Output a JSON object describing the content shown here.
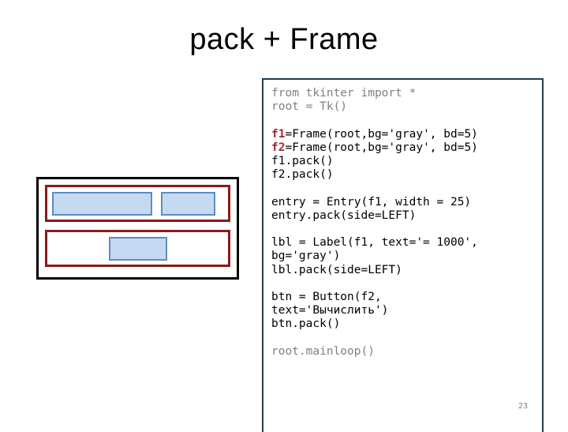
{
  "slide": {
    "title": "pack + Frame",
    "number": "23"
  },
  "code": {
    "lines": [
      {
        "text": "from tkinter import *",
        "style": "dim"
      },
      {
        "text": "root = Tk()",
        "style": "dim"
      },
      {
        "text": "",
        "style": "blank"
      },
      {
        "text": "f1=Frame(root,bg='gray', bd=5)",
        "style": "normal",
        "accent": "f1"
      },
      {
        "text": "f2=Frame(root,bg='gray', bd=5)",
        "style": "normal",
        "accent": "f2"
      },
      {
        "text": "f1.pack()",
        "style": "normal"
      },
      {
        "text": "f2.pack()",
        "style": "normal"
      },
      {
        "text": "",
        "style": "blank"
      },
      {
        "text": "entry = Entry(f1, width = 25)",
        "style": "normal"
      },
      {
        "text": "entry.pack(side=LEFT)",
        "style": "normal"
      },
      {
        "text": "",
        "style": "blank"
      },
      {
        "text": "lbl = Label(f1, text='= 1000',",
        "style": "normal"
      },
      {
        "text": "bg='gray')",
        "style": "normal"
      },
      {
        "text": "lbl.pack(side=LEFT)",
        "style": "normal"
      },
      {
        "text": "",
        "style": "blank"
      },
      {
        "text": "btn = Button(f2,",
        "style": "normal"
      },
      {
        "text": "text='Вычислить')",
        "style": "normal"
      },
      {
        "text": "btn.pack()",
        "style": "normal"
      },
      {
        "text": "",
        "style": "blank"
      },
      {
        "text": "root.mainloop()",
        "style": "dim"
      }
    ]
  },
  "diagram": {
    "window_label": "root",
    "frames": [
      {
        "name": "f1",
        "widgets": [
          {
            "name": "entry",
            "label": ""
          },
          {
            "name": "label",
            "label": ""
          }
        ]
      },
      {
        "name": "f2",
        "widgets": [
          {
            "name": "button",
            "label": ""
          }
        ]
      }
    ]
  },
  "colors": {
    "frame_border": "#8B1A1A",
    "window_border": "#000000",
    "widget_fill": "#C5D9F1",
    "widget_border": "#5B8DC0",
    "code_border": "#1F3B53",
    "code_dim": "#808080",
    "code_accent": "#9E2A2A"
  }
}
